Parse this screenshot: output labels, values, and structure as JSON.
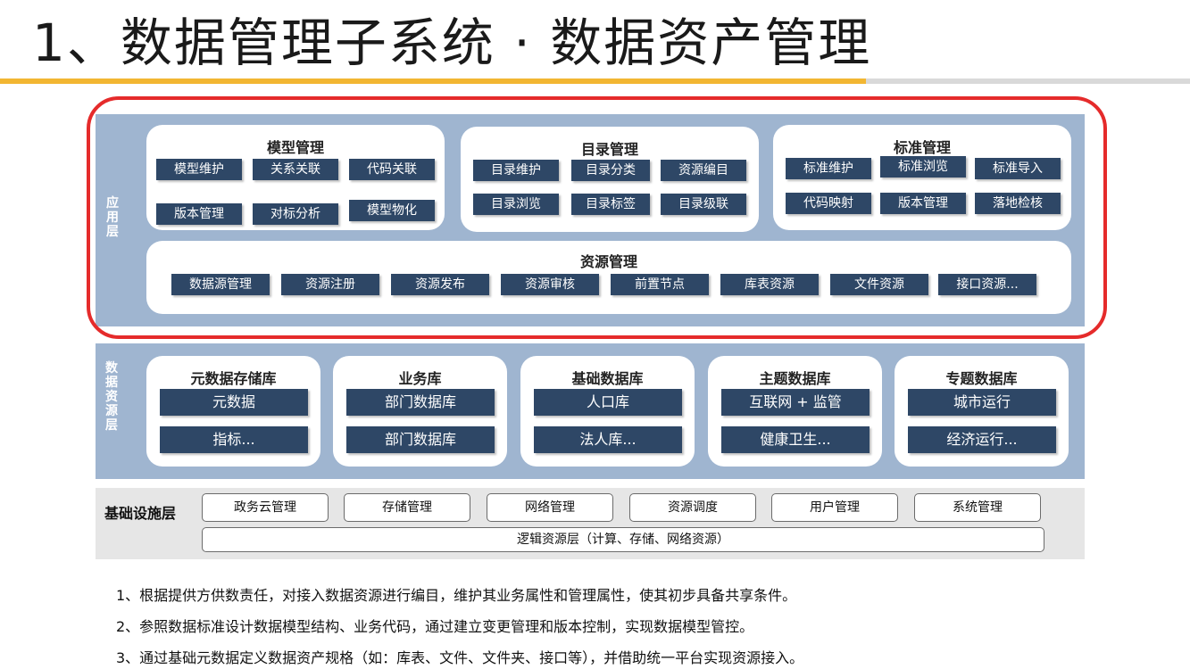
{
  "title": "1、数据管理子系统 · 数据资产管理",
  "colors": {
    "accent_gold": "#f2b632",
    "layer_blue": "#9fb5d0",
    "chip_navy": "#2e4766",
    "frame_red": "#e52b2b"
  },
  "application_layer": {
    "label": "应用层",
    "model_mgmt": {
      "title": "模型管理",
      "items": [
        "模型维护",
        "关系关联",
        "代码关联",
        "版本管理",
        "对标分析",
        "模型物化"
      ]
    },
    "catalog_mgmt": {
      "title": "目录管理",
      "items": [
        "目录维护",
        "目录分类",
        "资源编目",
        "目录浏览",
        "目录标签",
        "目录级联"
      ]
    },
    "standard_mgmt": {
      "title": "标准管理",
      "items": [
        "标准维护",
        "标准浏览",
        "标准导入",
        "代码映射",
        "版本管理",
        "落地检核"
      ]
    },
    "resource_mgmt": {
      "title": "资源管理",
      "items": [
        "数据源管理",
        "资源注册",
        "资源发布",
        "资源审核",
        "前置节点",
        "库表资源",
        "文件资源",
        "接口资源..."
      ]
    }
  },
  "data_resource_layer": {
    "label": "数据资源层",
    "stores": [
      {
        "title": "元数据存储库",
        "items": [
          "元数据",
          "指标..."
        ]
      },
      {
        "title": "业务库",
        "items": [
          "部门数据库",
          "部门数据库"
        ]
      },
      {
        "title": "基础数据库",
        "items": [
          "人口库",
          "法人库..."
        ]
      },
      {
        "title": "主题数据库",
        "items": [
          "互联网 + 监管",
          "健康卫生..."
        ]
      },
      {
        "title": "专题数据库",
        "items": [
          "城市运行",
          "经济运行..."
        ]
      }
    ]
  },
  "infrastructure_layer": {
    "label": "基础设施层",
    "items": [
      "政务云管理",
      "存储管理",
      "网络管理",
      "资源调度",
      "用户管理",
      "系统管理"
    ],
    "logic_layer": "逻辑资源层（计算、存储、网络资源）"
  },
  "notes": [
    "1、根据提供方供数责任，对接入数据资源进行编目，维护其业务属性和管理属性，使其初步具备共享条件。",
    "2、参照数据标准设计数据模型结构、业务代码，通过建立变更管理和版本控制，实现数据模型管控。",
    "3、通过基础元数据定义数据资产规格（如：库表、文件、文件夹、接口等），并借助统一平台实现资源接入。"
  ]
}
